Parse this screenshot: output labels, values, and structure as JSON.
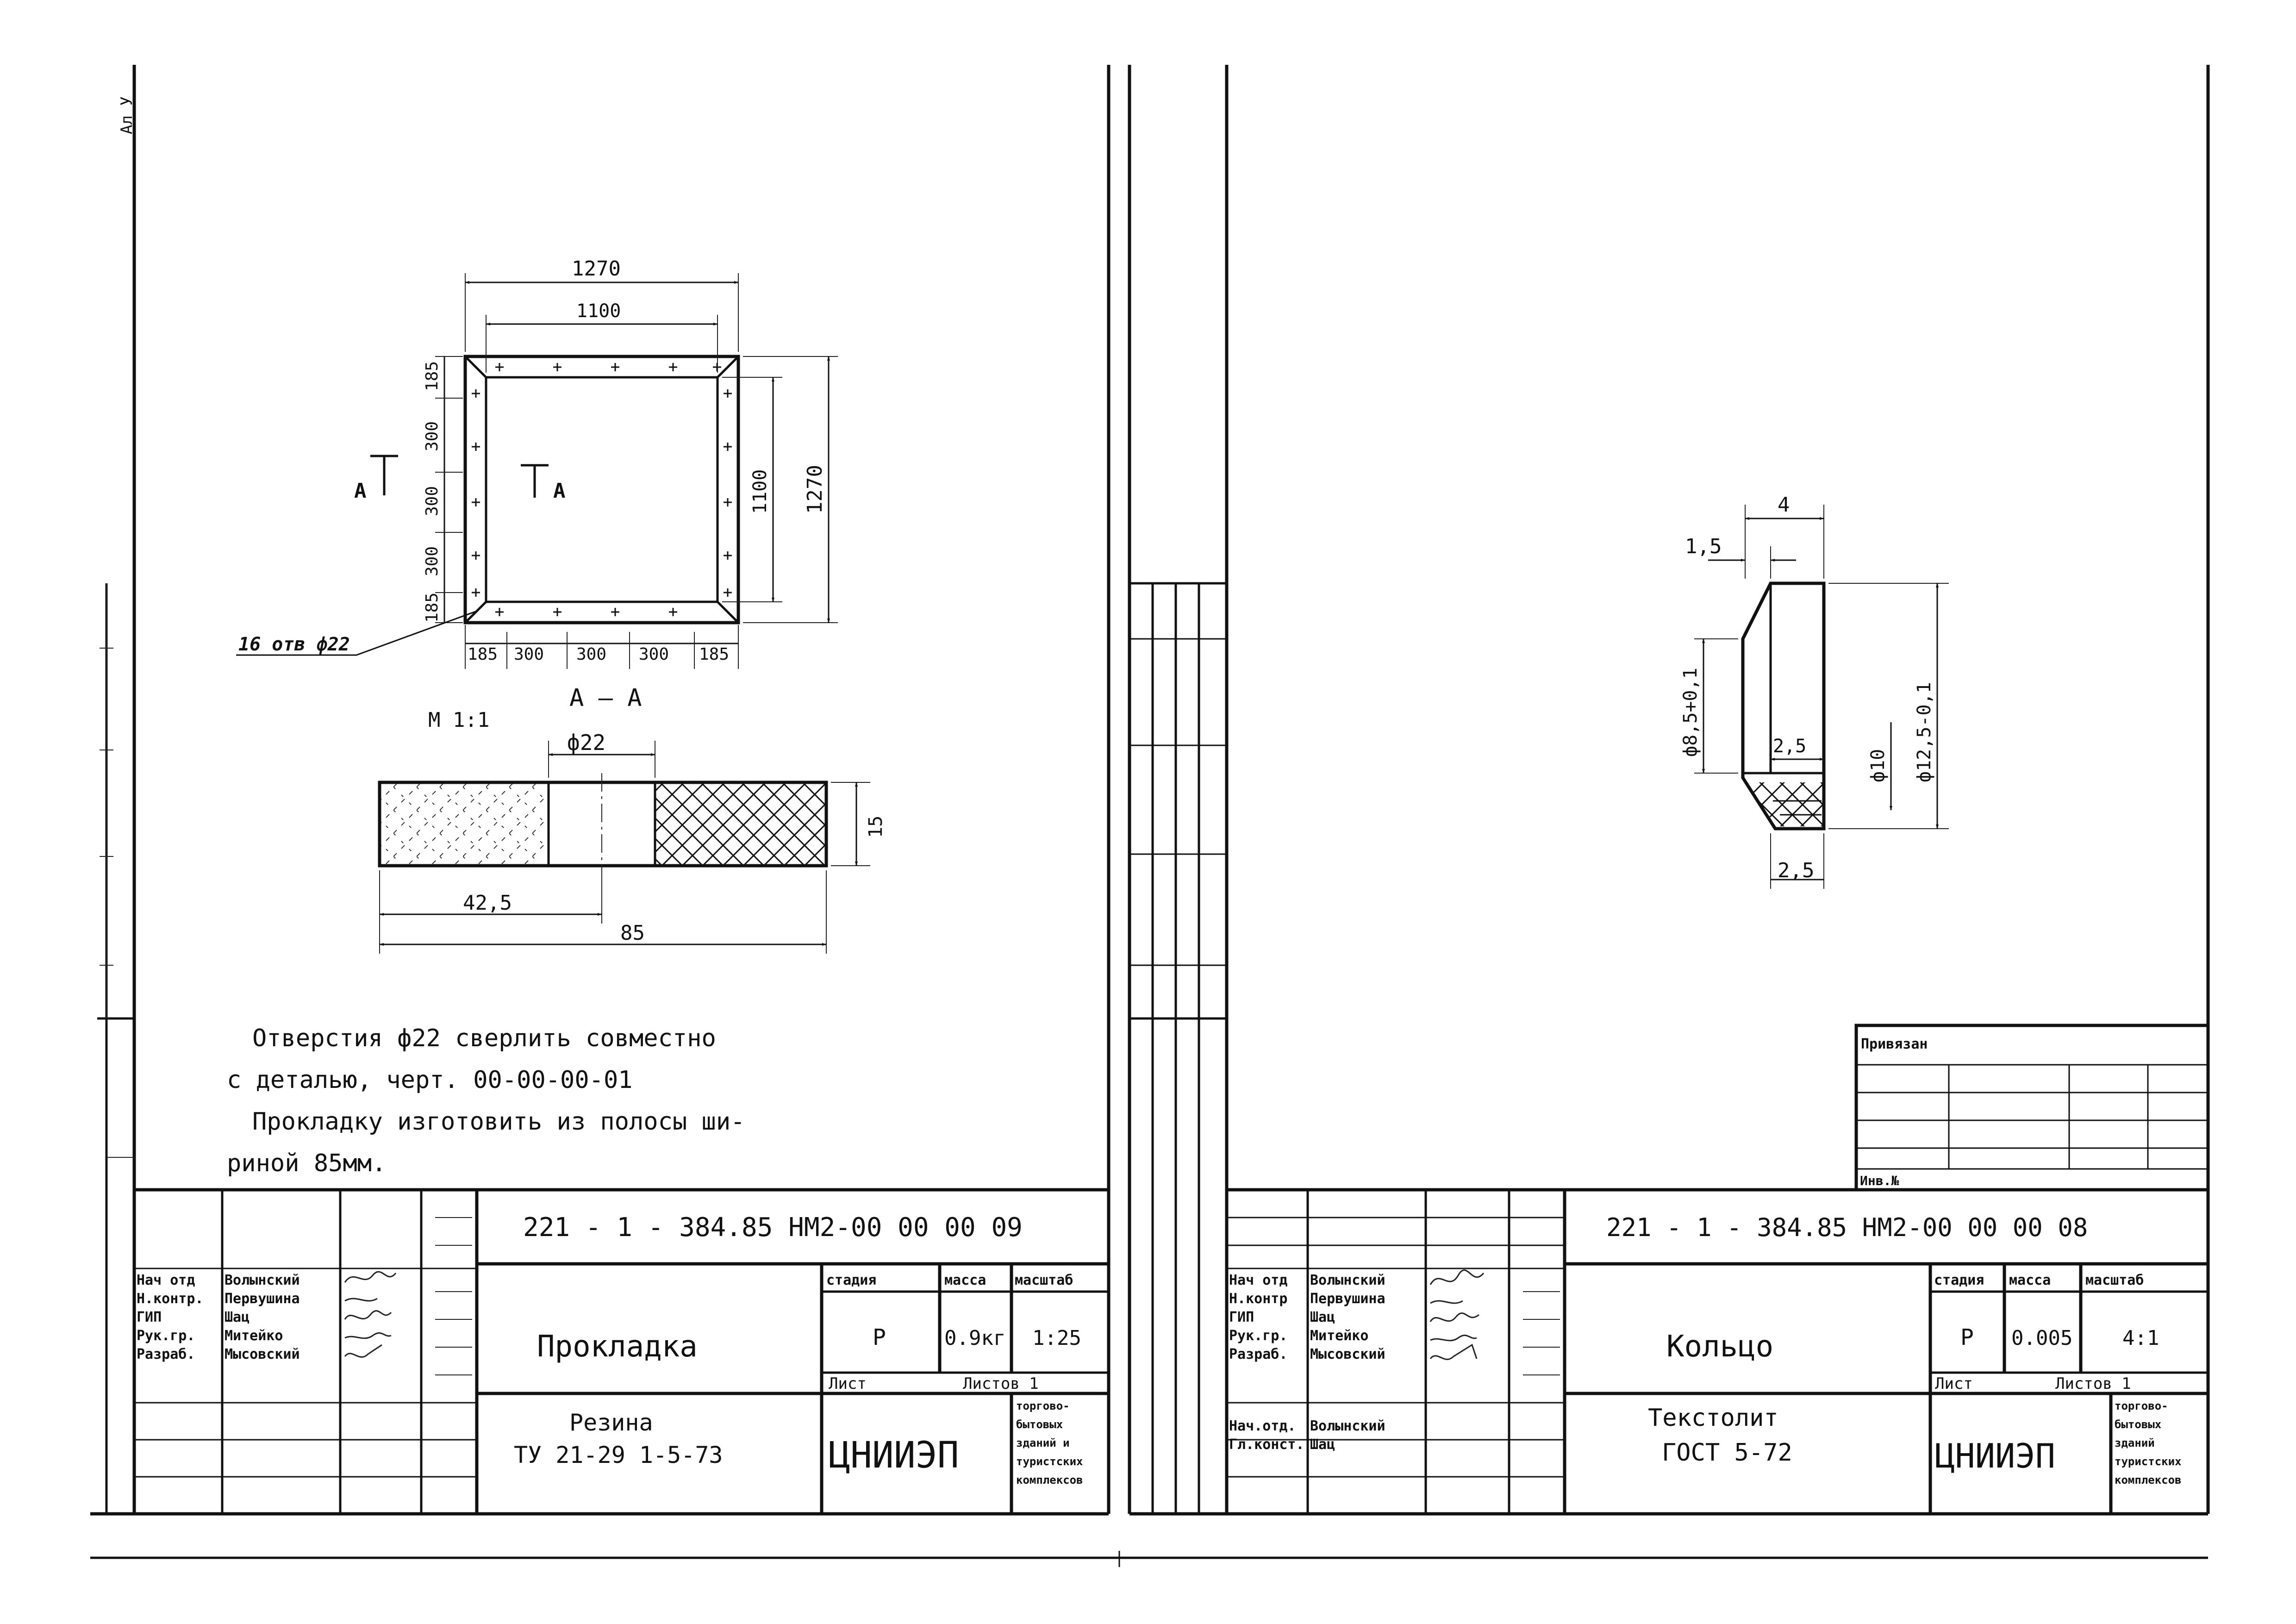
{
  "margin_note": "Ал У",
  "left_sheet": {
    "dim_outer_width": "1270",
    "dim_inner_width": "1100",
    "dim_outer_height": "1270",
    "dim_inner_height": "1100",
    "left_dims": [
      "185",
      "300",
      "300",
      "300",
      "185"
    ],
    "bottom_dims": [
      "185",
      "300",
      "300",
      "300",
      "185"
    ],
    "section_mark": "А",
    "holes_label": "16 отв ф22",
    "section_title": "А — А",
    "section_scale": "М 1:1",
    "hole_dia": "ф22",
    "thickness": "15",
    "half_width": "42,5",
    "strip_width": "85",
    "note_lines": [
      "Отверстия ф22 сверлить совместно",
      "с деталью, черт. 00-00-00-01",
      "Прокладку изготовить из полосы ши-",
      "риной 85мм."
    ],
    "title_block": {
      "doc_number": "221 - 1 - 384.85  НМ2-00 00 00 09",
      "roles": [
        "Нач отд",
        "Н.контр.",
        "ГИП",
        "Рук.гр.",
        "Разраб."
      ],
      "names": [
        "Волынский",
        "Первушина",
        "Шац",
        "Митейко",
        "Мысовский"
      ],
      "part_name": "Прокладка",
      "material_line1": "Резина",
      "material_line2": "ТУ 21-29 1-5-73",
      "stage_header": "стадия",
      "mass_header": "масса",
      "scale_header": "масштаб",
      "stage": "Р",
      "mass": "0.9кг",
      "scale": "1:25",
      "sheet_label": "Лист",
      "sheets_label": "Листов 1",
      "org": "ЦНИИЭП",
      "org_sub": [
        "торгово-",
        "бытовых",
        "зданий и",
        "туристских",
        "комплексов"
      ]
    }
  },
  "right_sheet": {
    "dim_width": "4",
    "dim_chamfer": "1,5",
    "dim_inner_dia": "ф8,5+0,1",
    "dim_mid": "2,5",
    "dim_hole": "ф10",
    "dim_outer_dia": "ф12,5-0,1",
    "dim_bottom": "2,5",
    "binding_label": "Привязан",
    "inv_label": "Инв.№",
    "title_block": {
      "doc_number": "221 - 1 - 384.85  НМ2-00 00 00 08",
      "roles": [
        "Нач отд",
        "Н.контр",
        "ГИП",
        "Рук.гр.",
        "Разраб."
      ],
      "names": [
        "Волынский",
        "Первушина",
        "Шац",
        "Митейко",
        "Мысовский"
      ],
      "extra_roles": [
        "Нач.отд.",
        "Гл.конст."
      ],
      "extra_names": [
        "Волынский",
        "Шац"
      ],
      "part_name": "Кольцо",
      "material_line1": "Текстолит",
      "material_line2": "ГОСТ 5-72",
      "stage_header": "стадия",
      "mass_header": "масса",
      "scale_header": "масштаб",
      "stage": "Р",
      "mass": "0.005",
      "scale": "4:1",
      "sheet_label": "Лист",
      "sheets_label": "Листов 1",
      "org": "ЦНИИЭП",
      "org_sub": [
        "торгово-",
        "бытовых",
        "зданий",
        "туристских",
        "комплексов"
      ]
    }
  }
}
